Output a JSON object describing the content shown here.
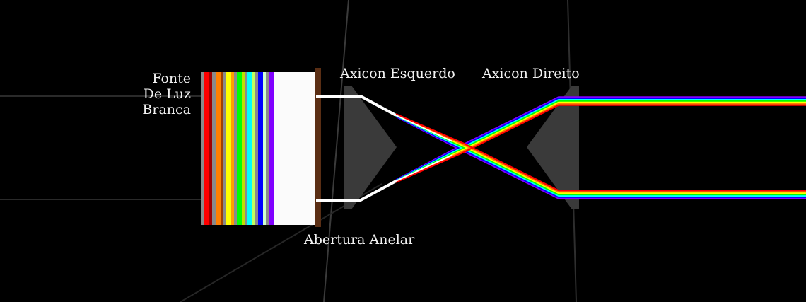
{
  "labels": {
    "source_line1": "Fonte",
    "source_line2": "De Luz",
    "source_line3": "Branca",
    "axicon_left": "Axicon Esquerdo",
    "axicon_right": "Axicon Direito",
    "aperture": "Abertura Anelar"
  },
  "colors": {
    "background": "#000000",
    "aperture": "#5a2e14",
    "axicon": "#3a3a3a",
    "text": "#f2f2f2",
    "white_beam": "#ffffff"
  },
  "source_stripes": [
    {
      "color": "#8a8a8a",
      "width": 4
    },
    {
      "color": "#ff0000",
      "width": 7
    },
    {
      "color": "#a00000",
      "width": 4
    },
    {
      "color": "#8a8a8a",
      "width": 5
    },
    {
      "color": "#ff7f00",
      "width": 7
    },
    {
      "color": "#a04000",
      "width": 4
    },
    {
      "color": "#8a8a8a",
      "width": 4
    },
    {
      "color": "#ffff00",
      "width": 7
    },
    {
      "color": "#ffa000",
      "width": 4
    },
    {
      "color": "#8a8a8a",
      "width": 4
    },
    {
      "color": "#00ff00",
      "width": 7
    },
    {
      "color": "#c0e000",
      "width": 4
    },
    {
      "color": "#8a8a8a",
      "width": 4
    },
    {
      "color": "#00ffff",
      "width": 7
    },
    {
      "color": "#c0ff60",
      "width": 4
    },
    {
      "color": "#8a8a8a",
      "width": 4
    },
    {
      "color": "#0000ff",
      "width": 7
    },
    {
      "color": "#d0ffd0",
      "width": 4
    },
    {
      "color": "#8a8a8a",
      "width": 4
    },
    {
      "color": "#8000ff",
      "width": 7
    }
  ],
  "spectrum": [
    "#8000ff",
    "#0000ff",
    "#00ffff",
    "#00ff00",
    "#ffff00",
    "#ff7f00",
    "#ff0000"
  ]
}
